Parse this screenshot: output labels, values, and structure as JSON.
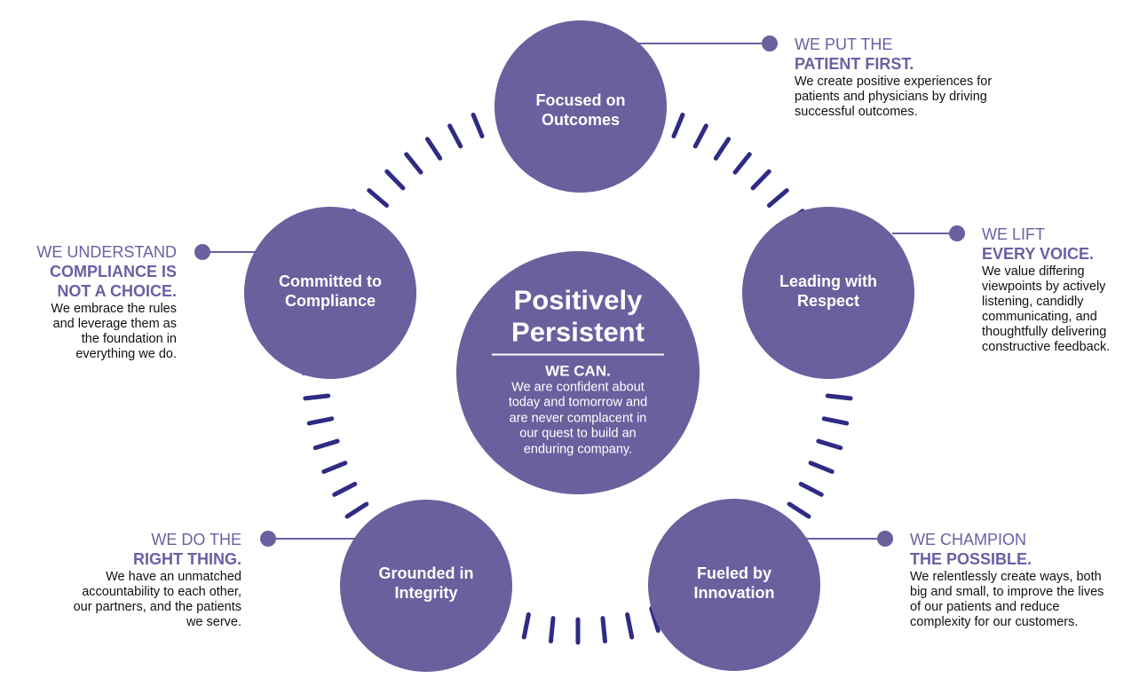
{
  "colors": {
    "circle_fill": "#6b5f9e",
    "dash_stroke": "#2f2b84",
    "connector": "#6b5f9e",
    "heading_text": "#6b5fa3",
    "body_text": "#111111",
    "background": "#ffffff"
  },
  "center": {
    "title_line1": "Positively",
    "title_line2": "Persistent",
    "subtitle": "WE CAN.",
    "body_lines": [
      "We are confident about",
      "today and tomorrow and",
      "are never complacent in",
      "our quest to build an",
      "enduring company."
    ]
  },
  "nodes": [
    {
      "id": "outcomes",
      "label_line1": "Focused on",
      "label_line2": "Outcomes",
      "callout_heading1": "WE PUT THE",
      "callout_heading2": "PATIENT FIRST.",
      "callout_body": [
        "We create positive experiences for",
        "patients and physicians by driving",
        "successful outcomes."
      ]
    },
    {
      "id": "respect",
      "label_line1": "Leading with",
      "label_line2": "Respect",
      "callout_heading1": "WE LIFT",
      "callout_heading2": "EVERY VOICE.",
      "callout_body": [
        "We value differing",
        "viewpoints by actively",
        "listening, candidly",
        "communicating, and",
        "thoughtfully delivering",
        "constructive feedback."
      ]
    },
    {
      "id": "innovation",
      "label_line1": "Fueled by",
      "label_line2": "Innovation",
      "callout_heading1": "WE CHAMPION",
      "callout_heading2": "THE POSSIBLE.",
      "callout_body": [
        "We relentlessly create ways, both",
        "big and small, to improve the lives",
        "of our patients and reduce",
        "complexity for our customers."
      ]
    },
    {
      "id": "integrity",
      "label_line1": "Grounded in",
      "label_line2": "Integrity",
      "callout_heading1": "WE DO THE",
      "callout_heading2": "RIGHT THING.",
      "callout_body": [
        "We have an unmatched",
        "accountability to each other,",
        "our partners, and the patients",
        "we serve."
      ]
    },
    {
      "id": "compliance",
      "label_line1": "Committed to",
      "label_line2": "Compliance",
      "callout_heading1": "WE UNDERSTAND",
      "callout_heading2": "COMPLIANCE IS",
      "callout_heading3": "NOT A CHOICE.",
      "callout_body": [
        "We embrace the rules",
        "and leverage them as",
        "the foundation in",
        "everything we do."
      ]
    }
  ]
}
